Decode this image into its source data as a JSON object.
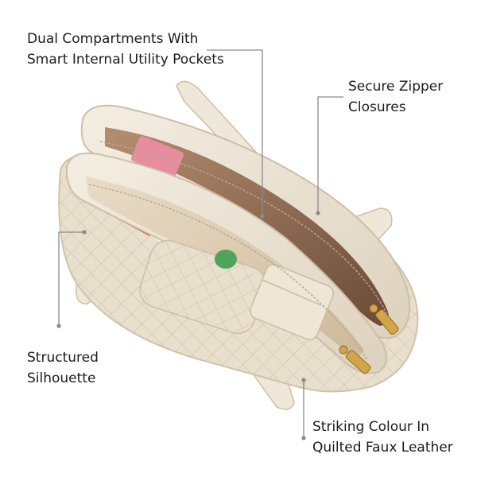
{
  "callouts": {
    "compartments": {
      "line1": "Dual  Compartments With",
      "line2": "Smart Internal Utility Pockets"
    },
    "zipper": {
      "line1": "Secure Zipper",
      "line2": "Closures"
    },
    "silhouette": {
      "line1": "Structured",
      "line2": "Silhouette"
    },
    "leather": {
      "line1": "Striking Colour In",
      "line2": "Quilted Faux Leather"
    }
  },
  "colors": {
    "leather": "#ece3d2",
    "leather_shadow": "#cfc4ae",
    "lining": "#a77f63",
    "lining_dark": "#6c4c39",
    "zip_metal": "#d4a548",
    "bottle": "#e2471f",
    "pink_item": "#e88da0",
    "leader_line": "#8a8a8a"
  }
}
